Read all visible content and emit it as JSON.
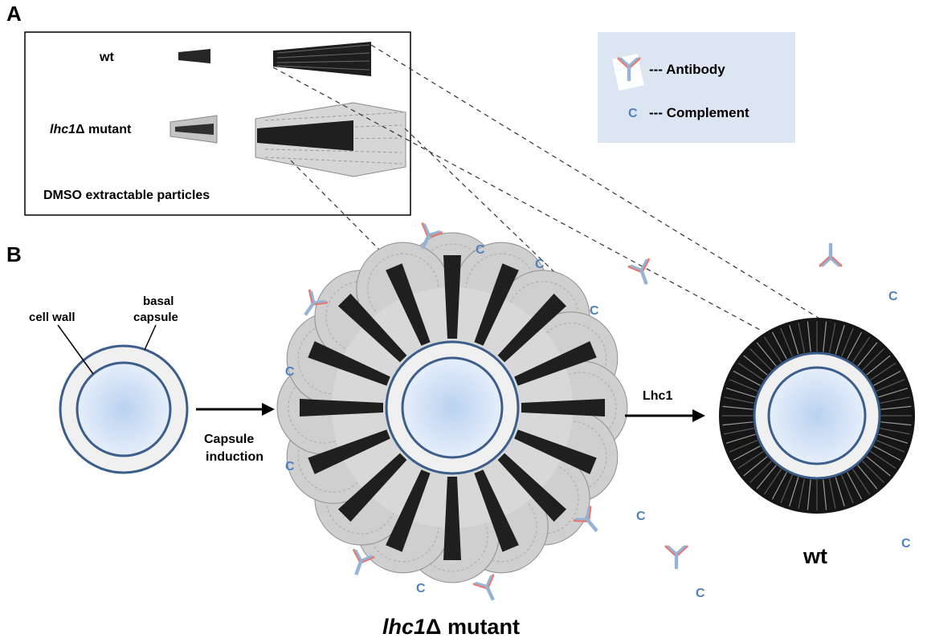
{
  "panel_a": {
    "letter": "A",
    "wt_label": "wt",
    "mutant_label": {
      "gene": "lhc1",
      "delta": "Δ",
      "suffix": " mutant"
    },
    "caption": "DMSO extractable particles"
  },
  "legend": {
    "antibody_label": "--- Antibody",
    "complement_symbol": "C",
    "complement_label": "--- Complement"
  },
  "panel_b": {
    "letter": "B",
    "cell_wall_label": "cell wall",
    "basal_label_1": "basal",
    "basal_label_2": "capsule",
    "induction_label_1": "Capsule",
    "induction_label_2": "induction",
    "lhc1_label": "Lhc1",
    "mutant_title": {
      "gene": "lhc1",
      "delta": "Δ",
      "suffix": " mutant"
    },
    "wt_title": "wt",
    "complement_symbol": "C"
  },
  "colors": {
    "legend_bg": "#dce6f2",
    "antibody_red": "#e8796f",
    "antibody_blue": "#95b3d7",
    "complement_blue": "#4f81bd",
    "cell_ring": "#3b5e8c",
    "capsule_fill": "#f0f0f0",
    "cell_center": "#b9d2f0"
  }
}
